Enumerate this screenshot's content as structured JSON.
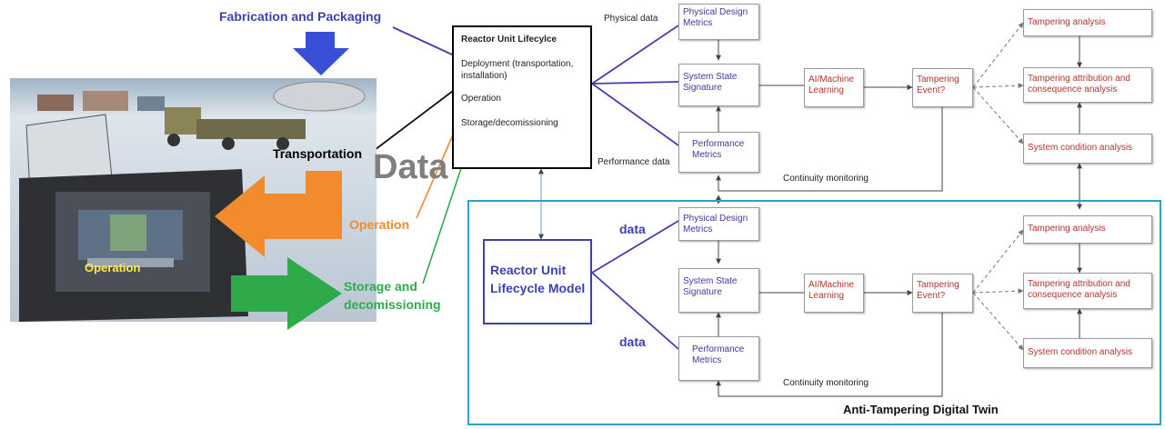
{
  "left": {
    "fabrication_label": "Fabrication and Packaging",
    "transportation_label": "Transportation",
    "operation_arrow_label": "Operation",
    "operation_image_label": "Operation",
    "storage_label_line1": "Storage and",
    "storage_label_line2": "decomissioning",
    "data_label": "Data",
    "colors": {
      "fabrication": "#3f3fb0",
      "operation": "#f28a2e",
      "storage": "#2faa4a",
      "data": "#7f7f7f"
    }
  },
  "lifecycle": {
    "title": "Reactor Unit Lifecylce",
    "items": [
      "Deployment (transportation, installation)",
      "Operation",
      "Storage/decomissioning"
    ]
  },
  "top_flow": {
    "physical_data_label": "Physical data",
    "performance_data_label": "Performance data",
    "physical_design": "Physical Design Metrics",
    "system_state": "System State Signature",
    "performance_metrics": "Performance Metrics",
    "ai_ml": "AI/Machine Learning",
    "tampering_event": "Tampering Event?",
    "tampering_analysis": "Tampering analysis",
    "tampering_attribution": "Tampering attribution and consequence analysis",
    "system_condition": "System condition analysis",
    "continuity": "Continuity monitoring"
  },
  "twin": {
    "title": "Anti-Tampering Digital Twin",
    "model_label": "Reactor Unit Lifecycle Model",
    "data_top": "data",
    "data_bottom": "data",
    "physical_design": "Physical Design Metrics",
    "system_state": "System State Signature",
    "performance_metrics": "Performance Metrics",
    "ai_ml": "AI/Machine Learning",
    "tampering_event": "Tampering Event?",
    "tampering_analysis": "Tampering analysis",
    "tampering_attribution": "Tampering attribution and consequence analysis",
    "system_condition": "System condition analysis",
    "continuity": "Continuity monitoring",
    "border_color": "#2aa3c9"
  }
}
